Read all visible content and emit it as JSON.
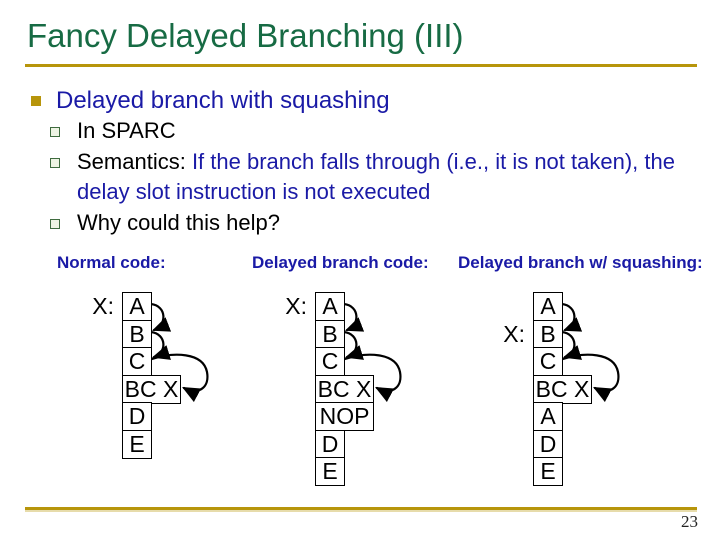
{
  "slide": {
    "title": "Fancy Delayed Branching (III)",
    "page_number": "23"
  },
  "colors": {
    "title_green": "#176b44",
    "accent_gold": "#b7950b",
    "text_blue": "#1a1aa6",
    "sub_bullet_outline_green": "#3f6b3f",
    "box_border": "#000000"
  },
  "bullet_level1": "Delayed branch with squashing",
  "sub_bullets": [
    {
      "parts": [
        {
          "t": "In SPARC",
          "c": "black"
        }
      ]
    },
    {
      "parts": [
        {
          "t": "Semantics: ",
          "c": "black"
        },
        {
          "t": "If the branch falls through (i.e., it is not taken), the\ndelay slot instruction is not executed",
          "c": "blue"
        }
      ]
    },
    {
      "parts": [
        {
          "t": "Why could this help?",
          "c": "black"
        }
      ]
    }
  ],
  "columns": [
    {
      "header": "Normal code:",
      "x_label": "X:",
      "x_label_row": 0,
      "boxes": [
        {
          "t": "A",
          "wide": false
        },
        {
          "t": "B",
          "wide": false
        },
        {
          "t": "C",
          "wide": false
        },
        {
          "t": "BC X",
          "wide": true
        },
        {
          "t": "D",
          "wide": false
        },
        {
          "t": "E",
          "wide": false
        }
      ]
    },
    {
      "header": "Delayed branch code:",
      "x_label": "X:",
      "x_label_row": 0,
      "boxes": [
        {
          "t": "A",
          "wide": false
        },
        {
          "t": "B",
          "wide": false
        },
        {
          "t": "C",
          "wide": false
        },
        {
          "t": "BC X",
          "wide": true
        },
        {
          "t": "NOP",
          "wide": true
        },
        {
          "t": "D",
          "wide": false
        },
        {
          "t": "E",
          "wide": false
        }
      ]
    },
    {
      "header": "Delayed branch w/ squashing:",
      "x_label": "X:",
      "x_label_row": 1,
      "boxes": [
        {
          "t": "A",
          "wide": false
        },
        {
          "t": "B",
          "wide": false
        },
        {
          "t": "C",
          "wide": false
        },
        {
          "t": "BC X",
          "wide": true
        },
        {
          "t": "A",
          "wide": false
        },
        {
          "t": "D",
          "wide": false
        },
        {
          "t": "E",
          "wide": false
        }
      ]
    }
  ]
}
